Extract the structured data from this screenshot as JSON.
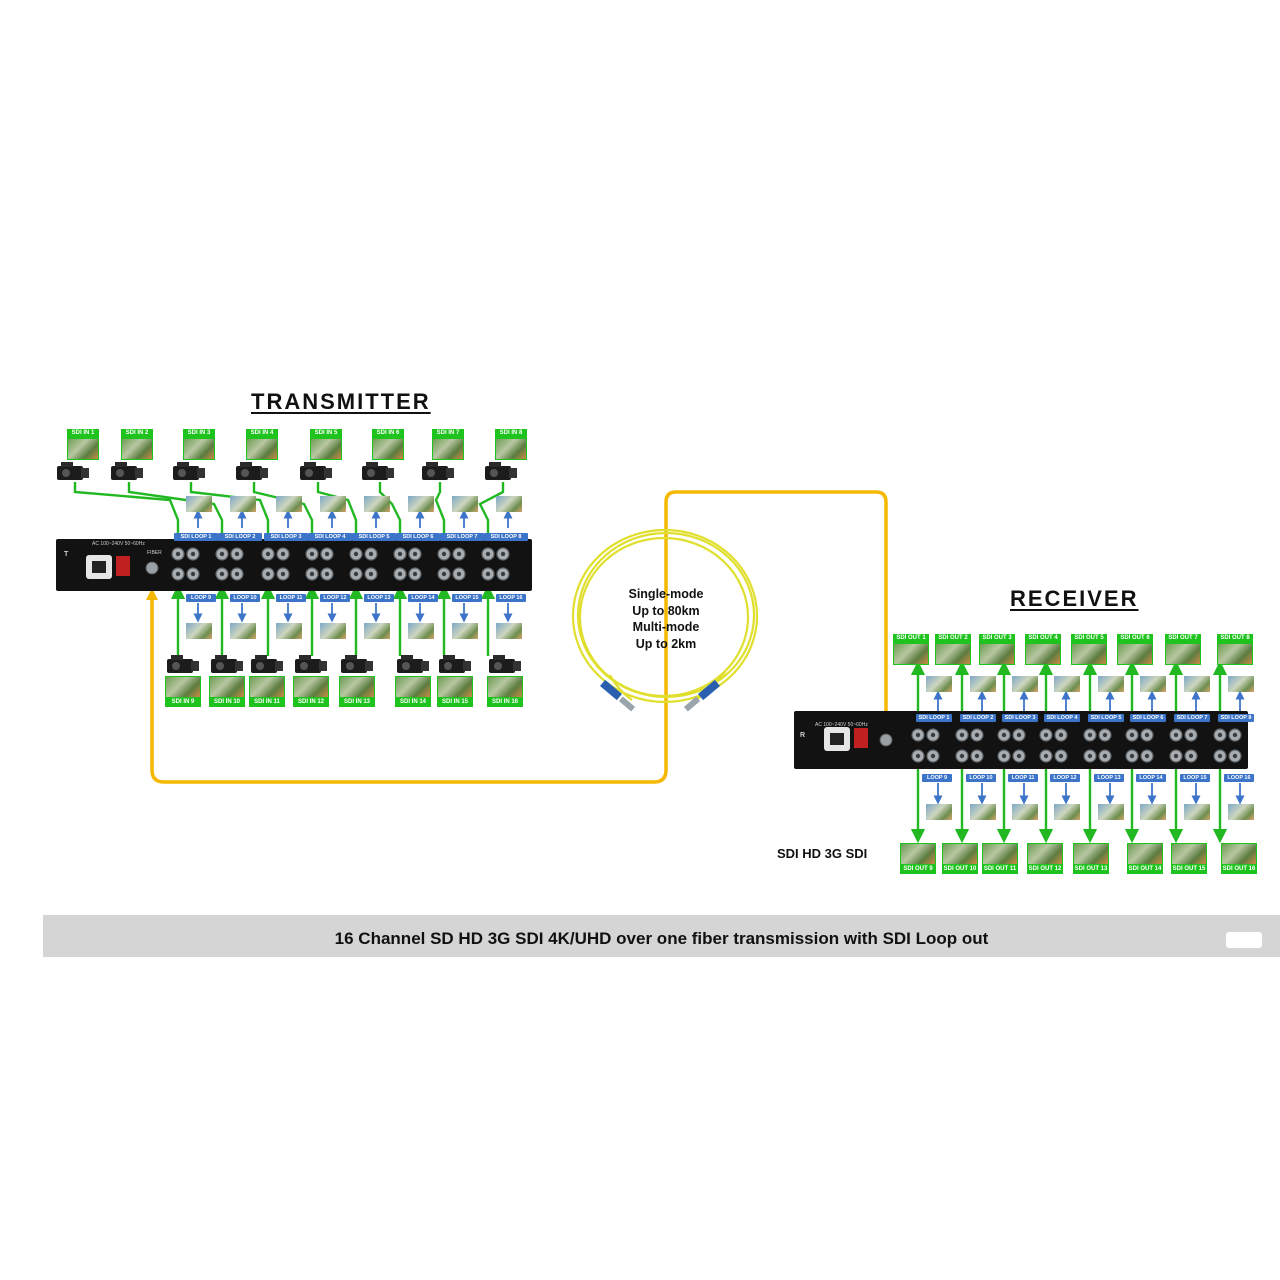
{
  "transmitter": {
    "title": "TRANSMITTER",
    "panel_label": "AC 100~240V 50~60Hz",
    "panel_letter": "T",
    "fiber_port_label": "FIBER",
    "inputs_top": [
      "SDI IN 1",
      "SDI IN 2",
      "SDI IN 3",
      "SDI IN 4",
      "SDI IN 5",
      "SDI IN 6",
      "SDI IN 7",
      "SDI IN 8"
    ],
    "inputs_bottom": [
      "SDI IN 9",
      "SDI IN 10",
      "SDI IN 11",
      "SDI IN 12",
      "SDI IN 13",
      "SDI IN 14",
      "SDI IN 15",
      "SDI IN 16"
    ],
    "loops_top": [
      "SDI LOOP 1",
      "SDI LOOP 2",
      "SDI LOOP 3",
      "SDI LOOP 4",
      "SDI LOOP 5",
      "SDI LOOP 6",
      "SDI LOOP 7",
      "SDI LOOP 8"
    ],
    "loops_bottom": [
      "LOOP 9",
      "LOOP 10",
      "LOOP 11",
      "LOOP 12",
      "LOOP 13",
      "LOOP 14",
      "LOOP 15",
      "LOOP 16"
    ]
  },
  "receiver": {
    "title": "RECEIVER",
    "panel_label": "AC 100~240V 50~60Hz",
    "panel_letter": "R",
    "outputs_top": [
      "SDI OUT 1",
      "SDI OUT 2",
      "SDI OUT 3",
      "SDI OUT 4",
      "SDI OUT 5",
      "SDI OUT 6",
      "SDI OUT 7",
      "SDI OUT 8"
    ],
    "outputs_bottom": [
      "SDI OUT 9",
      "SDI OUT 10",
      "SDI OUT 11",
      "SDI OUT 12",
      "SDI OUT 13",
      "SDI OUT 14",
      "SDI OUT 15",
      "SDI OUT 16"
    ],
    "loops_top": [
      "SDI LOOP 1",
      "SDI LOOP 2",
      "SDI LOOP 3",
      "SDI LOOP 4",
      "SDI LOOP 5",
      "SDI LOOP 6",
      "SDI LOOP 7",
      "SDI LOOP 8"
    ],
    "loops_bottom": [
      "LOOP 9",
      "LOOP 10",
      "LOOP 11",
      "LOOP 12",
      "LOOP 13",
      "LOOP 14",
      "LOOP 15",
      "LOOP 16"
    ],
    "format_label": "SDI HD 3G SDI"
  },
  "fiber": {
    "line1": "Single-mode",
    "line2": "Up to 80km",
    "line3": "Multi-mode",
    "line4": "Up to 2km"
  },
  "footer": "16 Channel SD HD 3G SDI 4K/UHD over one fiber transmission with SDI Loop out",
  "colors": {
    "signal_line": "#22b822",
    "loop_line": "#3c74c9",
    "fiber_line": "#f5b800",
    "fiber_cable": "#e8e83a",
    "connector": "#2a5fb0",
    "rack": "#121212",
    "label_bg": "#1ec31e",
    "loop_bg": "#3c74c9",
    "footer_bg": "#d5d5d5"
  },
  "icons": [
    "camera-icon",
    "bnc-connector-icon",
    "power-socket-icon",
    "power-switch-icon",
    "fiber-connector-icon"
  ]
}
